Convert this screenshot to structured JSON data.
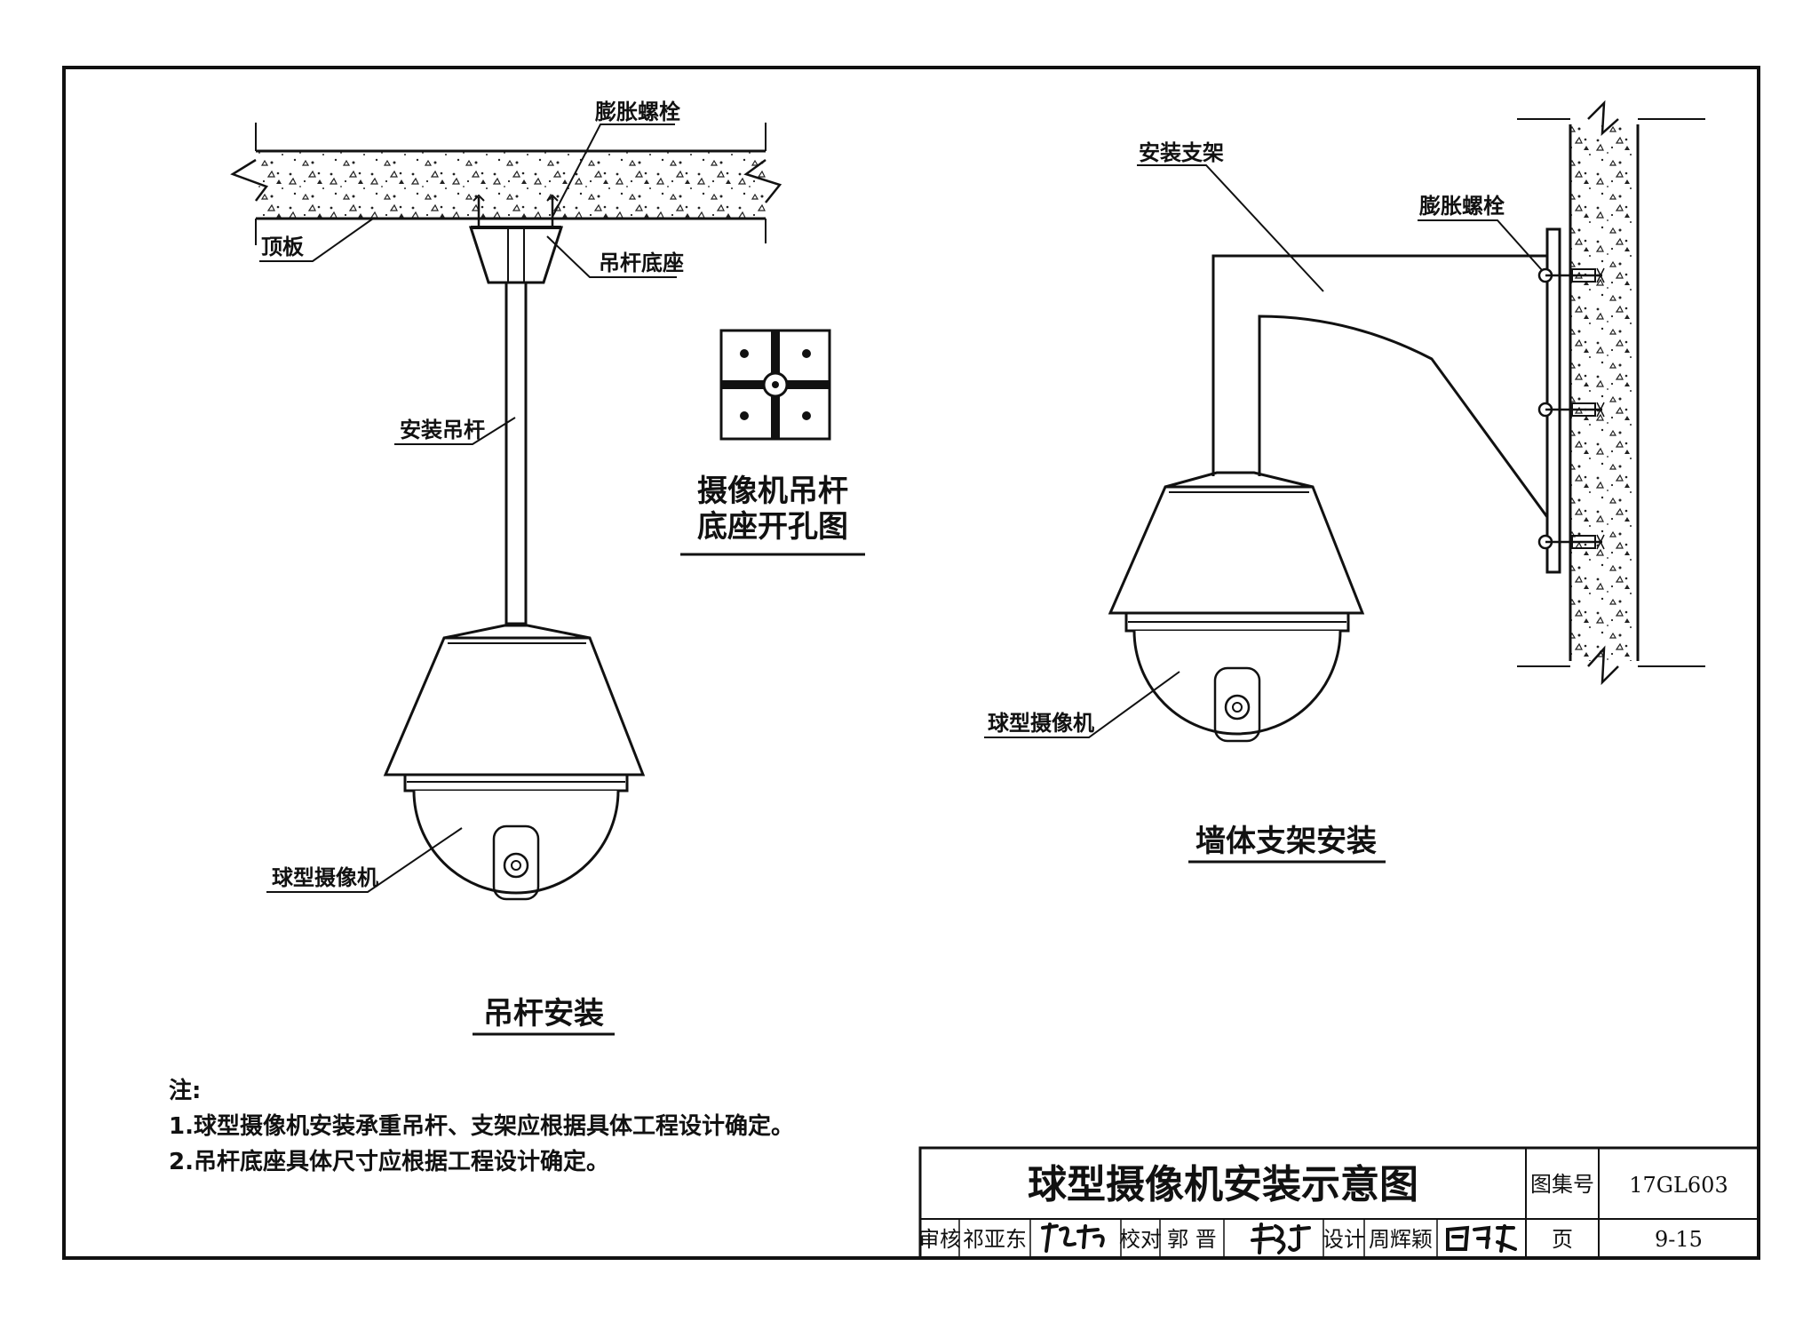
{
  "labels": {
    "expansion_bolt_left": "膨胀螺栓",
    "ceiling_slab": "顶板",
    "rod_base": "吊杆底座",
    "mount_rod": "安装吊杆",
    "dome_camera_left": "球型摄像机",
    "mount_bracket": "安装支架",
    "expansion_bolt_right": "膨胀螺栓",
    "dome_camera_right": "球型摄像机"
  },
  "captions": {
    "base_hole_line1": "摄像机吊杆",
    "base_hole_line2": "底座开孔图",
    "rod_install": "吊杆安装",
    "wall_install": "墙体支架安装"
  },
  "notes": {
    "heading": "注:",
    "items": [
      "1.球型摄像机安装承重吊杆、支架应根据具体工程设计确定。",
      "2.吊杆底座具体尺寸应根据工程设计确定。"
    ]
  },
  "title_block": {
    "title": "球型摄像机安装示意图",
    "atlas_label": "图集号",
    "atlas_no": "17GL603",
    "page_label": "页",
    "page_no": "9-15",
    "review_label": "审核",
    "reviewer": "祁亚东",
    "check_label": "校对",
    "checker": "郭 晋",
    "design_label": "设计",
    "designer": "周辉颖"
  }
}
